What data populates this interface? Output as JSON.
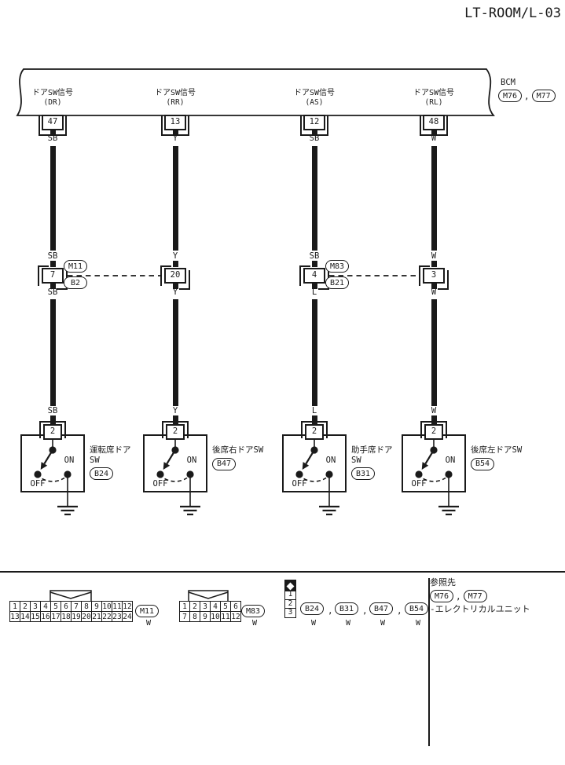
{
  "title": "LT-ROOM/L-03",
  "bcm": {
    "label": "BCM",
    "connector_1": "M76",
    "connector_2": "M77",
    "separator": ","
  },
  "columns": [
    {
      "signal_label": "ドアSW信号",
      "signal_location": "(DR)",
      "bcm_pin": "47",
      "wire_color_top": "SB",
      "wire_color_above_joint": "SB",
      "joint_pin": "7",
      "joint_connector_top": "M11",
      "joint_connector_bottom": "B2",
      "wire_color_below_joint": "SB",
      "wire_color_at_switch": "SB",
      "switch_pin": "2",
      "switch_label_line1": "運転席ドア",
      "switch_label_line2": "SW",
      "switch_connector": "B24",
      "on_label": "ON",
      "off_label": "OFF"
    },
    {
      "signal_label": "ドアSW信号",
      "signal_location": "(RR)",
      "bcm_pin": "13",
      "wire_color_top": "Y",
      "wire_color_above_joint": "Y",
      "joint_pin": "20",
      "wire_color_below_joint": "Y",
      "wire_color_at_switch": "Y",
      "switch_pin": "2",
      "switch_label_line1": "後席右ドアSW",
      "switch_label_line2": "",
      "switch_connector": "B47",
      "on_label": "ON",
      "off_label": "OFF"
    },
    {
      "signal_label": "ドアSW信号",
      "signal_location": "(AS)",
      "bcm_pin": "12",
      "wire_color_top": "SB",
      "wire_color_above_joint": "SB",
      "joint_pin": "4",
      "joint_connector_top": "M83",
      "joint_connector_bottom": "B21",
      "wire_color_below_joint": "L",
      "wire_color_at_switch": "L",
      "switch_pin": "2",
      "switch_label_line1": "助手席ドア",
      "switch_label_line2": "SW",
      "switch_connector": "B31",
      "on_label": "ON",
      "off_label": "OFF"
    },
    {
      "signal_label": "ドアSW信号",
      "signal_location": "(RL)",
      "bcm_pin": "48",
      "wire_color_top": "W",
      "wire_color_above_joint": "W",
      "joint_pin": "3",
      "wire_color_below_joint": "W",
      "wire_color_at_switch": "W",
      "switch_pin": "2",
      "switch_label_line1": "後席左ドアSW",
      "switch_label_line2": "",
      "switch_connector": "B54",
      "on_label": "ON",
      "off_label": "OFF"
    }
  ],
  "footer": {
    "connector_m11": {
      "label": "M11",
      "color": "W",
      "pins_row1": [
        "1",
        "2",
        "3",
        "4",
        "5",
        "6",
        "7",
        "8",
        "9",
        "10",
        "11",
        "12"
      ],
      "pins_row2": [
        "13",
        "14",
        "15",
        "16",
        "17",
        "18",
        "19",
        "20",
        "21",
        "22",
        "23",
        "24"
      ]
    },
    "connector_m83": {
      "label": "M83",
      "color": "W",
      "pins_row1": [
        "1",
        "2",
        "3",
        "4",
        "5",
        "6"
      ],
      "pins_row2": [
        "7",
        "8",
        "9",
        "10",
        "11",
        "12"
      ]
    },
    "connector_strip": {
      "pins": [
        "1",
        "2",
        "3"
      ],
      "separator": ",",
      "connectors": [
        {
          "label": "B24",
          "color": "W"
        },
        {
          "label": "B31",
          "color": "W"
        },
        {
          "label": "B47",
          "color": "W"
        },
        {
          "label": "B54",
          "color": "W"
        }
      ]
    },
    "reference": {
      "heading": "参照先",
      "connector_1": "M76",
      "connector_2": "M77",
      "separator": ",",
      "note": "-エレクトリカルユニット"
    }
  },
  "colors": {
    "line": "#1a1a1a",
    "background": "#ffffff"
  }
}
